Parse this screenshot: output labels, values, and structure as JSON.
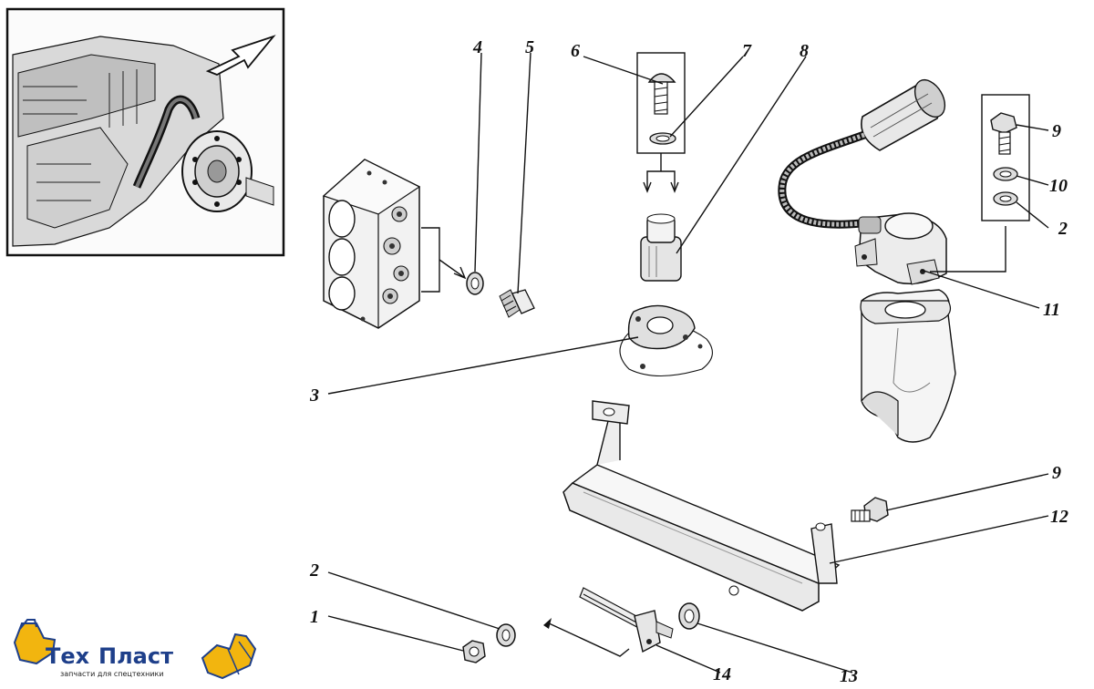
{
  "callouts": [
    "1",
    "2",
    "2",
    "3",
    "4",
    "5",
    "6",
    "7",
    "8",
    "9",
    "9",
    "10",
    "11",
    "12",
    "13",
    "14"
  ],
  "logo": {
    "name_part1": "Тех",
    "name_part2": "Пласт",
    "tagline": "запчасти для спецтехники",
    "color_primary": "#f2b50f",
    "color_text": "#1e3f8a"
  },
  "inset": {
    "description_icon": "engine-overview-image",
    "arrow": "location-arrow"
  }
}
